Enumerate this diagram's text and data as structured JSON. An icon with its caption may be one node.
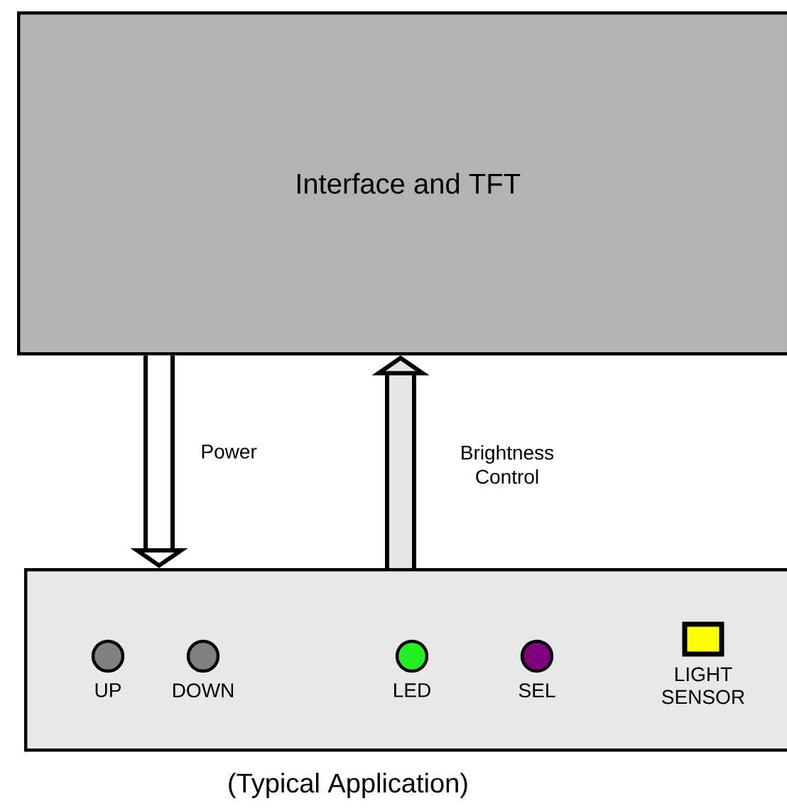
{
  "diagram": {
    "caption": "(Typical Application)",
    "nodes": [
      {
        "text": [
          "Interface and TFT"
        ]
      },
      {
        "text": [],
        "shape": "box"
      },
      {
        "text": [
          "UP"
        ],
        "in": 1
      },
      {
        "text": [
          "DOWN"
        ],
        "in": 1
      },
      {
        "text": [
          "LED"
        ],
        "in": 1
      },
      {
        "text": [
          "SEL"
        ],
        "in": 1
      },
      {
        "text": [
          "LIGHT SENSOR"
        ],
        "in": 1
      }
    ],
    "edges": [
      {
        "from": 0,
        "to": 1,
        "arrow": "to",
        "label": "Power"
      },
      {
        "from": 1,
        "to": 0,
        "arrow": "to",
        "label": "Brightness Control"
      }
    ]
  }
}
